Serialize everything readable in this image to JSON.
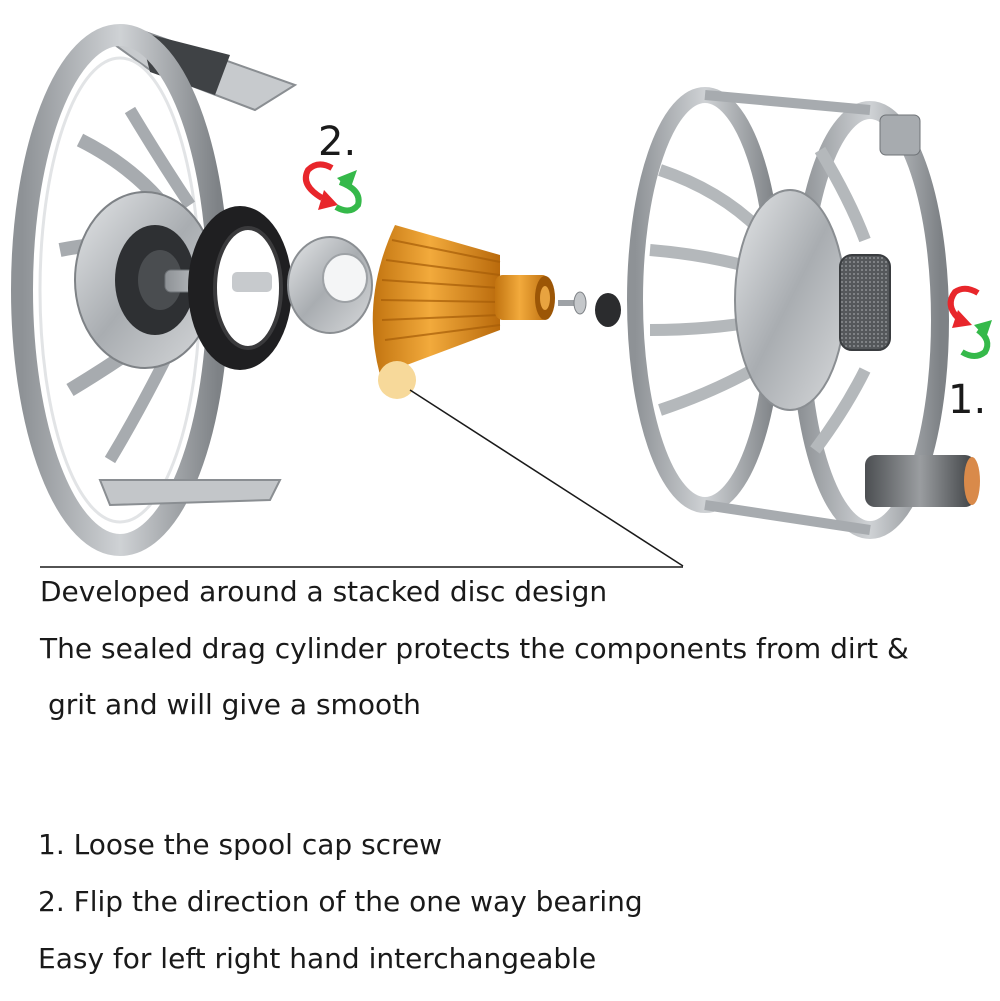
{
  "steps": {
    "step_2": "2.",
    "step_1": "1."
  },
  "description": {
    "line_1": "Developed around a stacked disc design",
    "line_2": "The sealed drag cylinder protects the components from dirt &",
    "line_3": "grit and will give a smooth"
  },
  "instructions": {
    "line_1": "1. Loose the spool cap screw",
    "line_2": "2. Flip the direction of the one way bearing",
    "line_3": "Easy for left right hand interchangeable"
  },
  "colors": {
    "arrow_red": "#e8262b",
    "arrow_green": "#35b94a",
    "drag_orange": "#d98a1a",
    "reel_silver": "#b9bcbf",
    "callout_dot": "#f7d99a"
  },
  "icons": {
    "rotate_pair": "rotate-arrows-icon"
  }
}
